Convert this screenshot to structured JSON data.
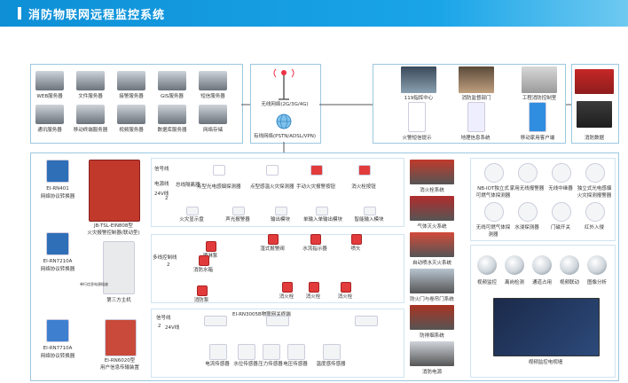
{
  "header": {
    "title": "消防物联网远程监控系统"
  },
  "servers": [
    "WEB服务器",
    "文件服务器",
    "接警服务器",
    "GIS服务器",
    "短信服务器",
    "通讯服务器",
    "移动终端服务器",
    "视频服务器",
    "数据库服务器",
    "网络存储"
  ],
  "network": {
    "wireless": "无线网络(2G/3G/4G)",
    "wired": "有线网络(PSTN/ADSL/VPN)"
  },
  "clients": [
    "119指挥中心",
    "消防监督部门",
    "工程消防控制室",
    "火警短信提示",
    "地理信息系统",
    "移动家用客户端"
  ],
  "fire_data": "消防数据",
  "left_devices": [
    {
      "name": "EI-RN401",
      "desc": "网络协议转换器"
    },
    {
      "name": "EI-RN7210A",
      "desc": "网络协议转换器"
    },
    {
      "name": "EI-RN7710A",
      "desc": "网络协议转换器"
    }
  ],
  "panels": {
    "p1": "JB-TSL-EIN808型\n火灾报警控制器(联动型)",
    "p2": "第三方主机",
    "p2_small": "单行信息电源插座",
    "p3": "EI-RN6020型\n用户信息传输装置"
  },
  "top_section": {
    "signal": "信号线",
    "power1": "电源线",
    "bus": "总线",
    "v24": "24V线",
    "n2": "2",
    "devices": [
      "火灾显示盘",
      "声光报警器",
      "输出模块",
      "单输入单输出模块",
      "智能输入模块"
    ],
    "devices_top": [
      "点型光电感烟探测器",
      "点型感温火灾探测器",
      "手动火灾报警按钮",
      "消火栓按钮"
    ],
    "e1": "总线隔离器"
  },
  "water_section": {
    "label": "多线控制线",
    "n2": "2",
    "items": [
      "喷淋泵",
      "消防水箱",
      "消防泵",
      "湿式报警阀",
      "水流指示器",
      "喷头",
      "消火栓",
      "消火栓",
      "消火栓"
    ]
  },
  "iot_section": {
    "bus": "EI-RN3005B物联网关终端",
    "signal": "信号线",
    "v24": "24V线",
    "n2": "2",
    "sensors": [
      "电流传感器",
      "水位传感器",
      "压力传感器",
      "电压传感器",
      "温度感传感器"
    ]
  },
  "mid_photos": [
    "消火栓系统",
    "气体灭火系统",
    "自动喷水灭火系统",
    "防火门与卷帘门系统",
    "防排烟系统",
    "消防电源"
  ],
  "smart_devices": [
    "NB-IOT独立式可燃气体探测器",
    "家用无线报警器",
    "无线中继器",
    "独立式光电感烟火灾探测报警器",
    "无线可燃气体探测器",
    "水浸探测器",
    "门磁开关",
    "红外入侵"
  ],
  "video": {
    "cams": [
      "视频监控",
      "离岗检测",
      "通道占用",
      "视频联动",
      "图像分析"
    ],
    "screen": "视频监控电视墙"
  }
}
